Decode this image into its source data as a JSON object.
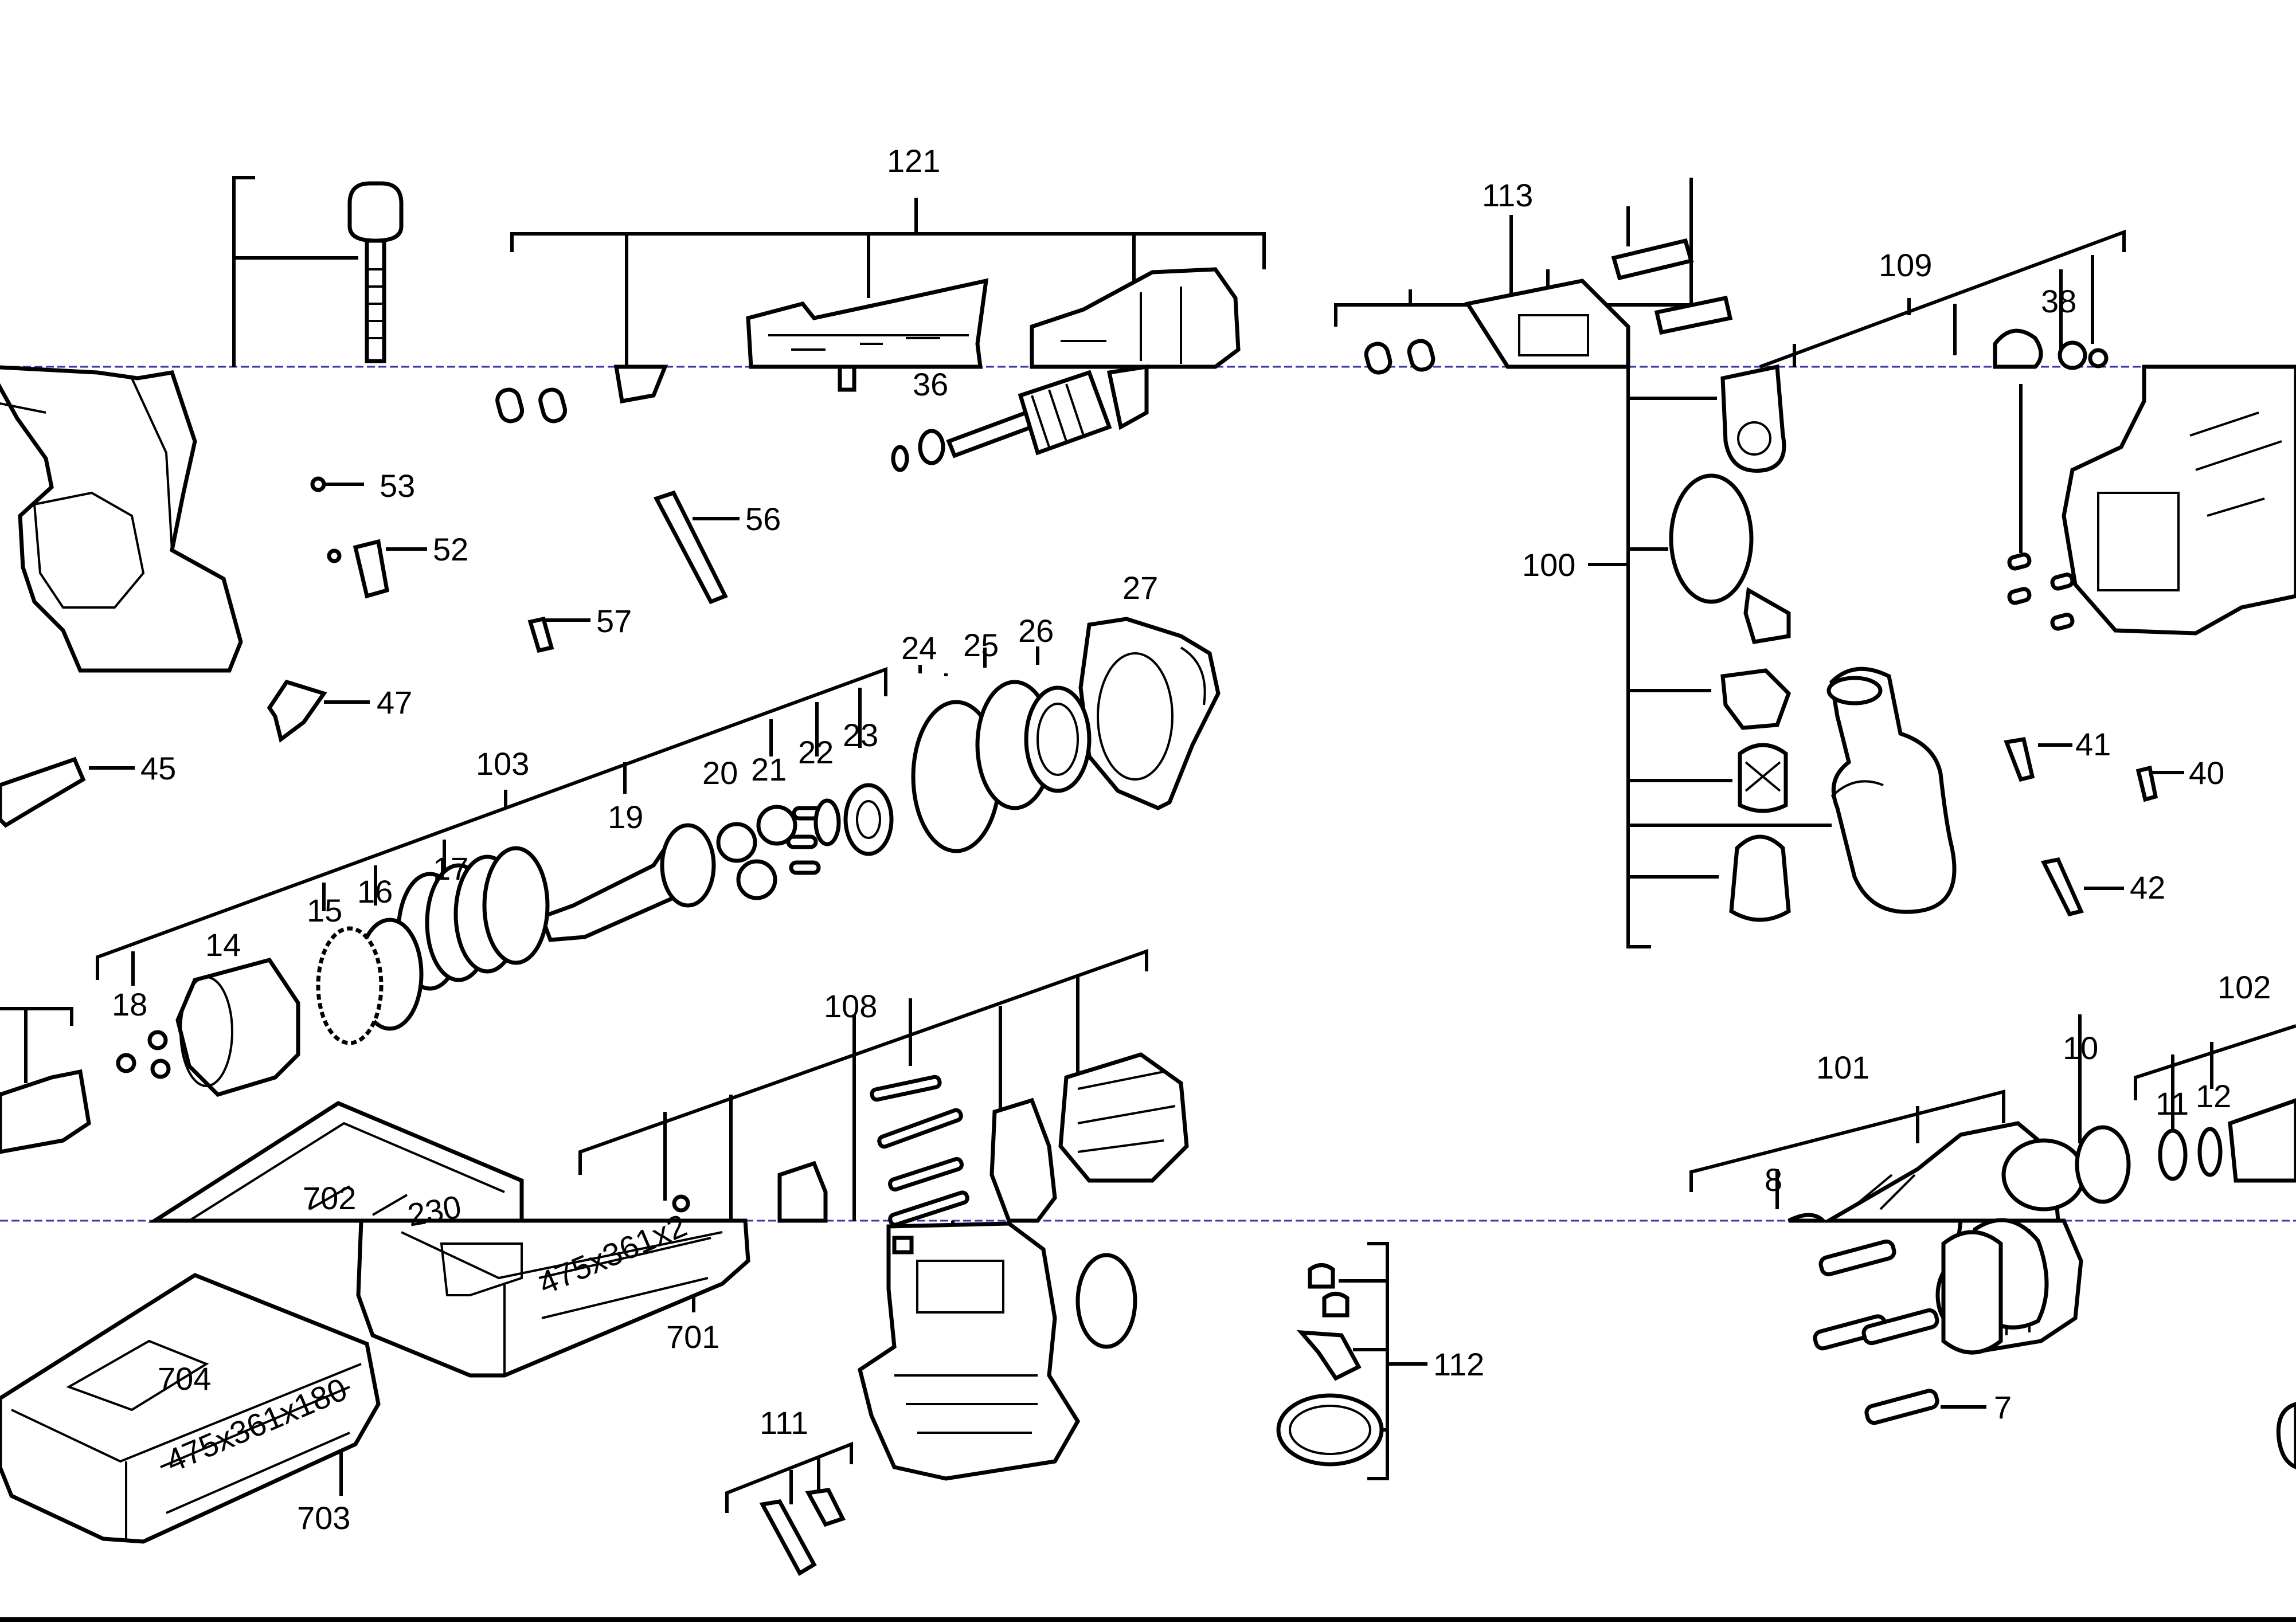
{
  "diagram": {
    "labels": [
      "121",
      "113",
      "109",
      "38",
      "36",
      "53",
      "52",
      "56",
      "57",
      "47",
      "45",
      "100",
      "103",
      "27",
      "24",
      "25",
      "26",
      "20",
      "21",
      "22",
      "23",
      "19",
      "18",
      "14",
      "15",
      "16",
      "17",
      "41",
      "40",
      "42",
      "108",
      "102",
      "101",
      "10",
      "11",
      "12",
      "8",
      "702",
      "701",
      "230",
      "704",
      "703",
      "111",
      "112",
      "7"
    ],
    "box_texts": [
      "475x361x180",
      "475x361x2"
    ]
  }
}
